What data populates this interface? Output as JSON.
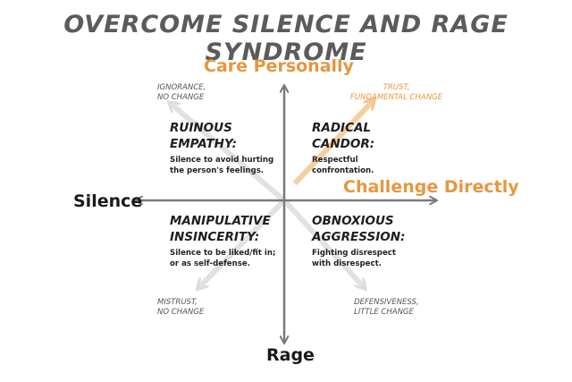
{
  "title": "OVERCOME SILENCE AND RAGE SYNDROME",
  "axes": {
    "top": "Care Personally",
    "right": "Challenge Directly",
    "left": "Silence",
    "bottom": "Rage"
  },
  "quadrants": {
    "top_left": {
      "title": "RUINOUS\nEMPATHY:",
      "description": "Silence to avoid hurting the person's feelings.",
      "corner": "IGNORANCE,\nNO CHANGE"
    },
    "top_right": {
      "title": "RADICAL\nCANDOR:",
      "description": "Respectful confrontation.",
      "corner": "TRUST,\nFUNDAMENTAL CHANGE"
    },
    "bottom_left": {
      "title": "MANIPULATIVE\nINSINCERITY:",
      "description": "Silence to be liked/fit in; or as self-defense.",
      "corner": "MISTRUST,\nNO CHANGE"
    },
    "bottom_right": {
      "title": "OBNOXIOUS\nAGGRESSION:",
      "description": "Fighting disrespect with disrespect.",
      "corner": "DEFENSIVENESS,\nLITTLE CHANGE"
    }
  },
  "colors": {
    "accent": "#e8963f",
    "axis": "#7a7a7a",
    "diagonal": "#dcdcdc"
  }
}
